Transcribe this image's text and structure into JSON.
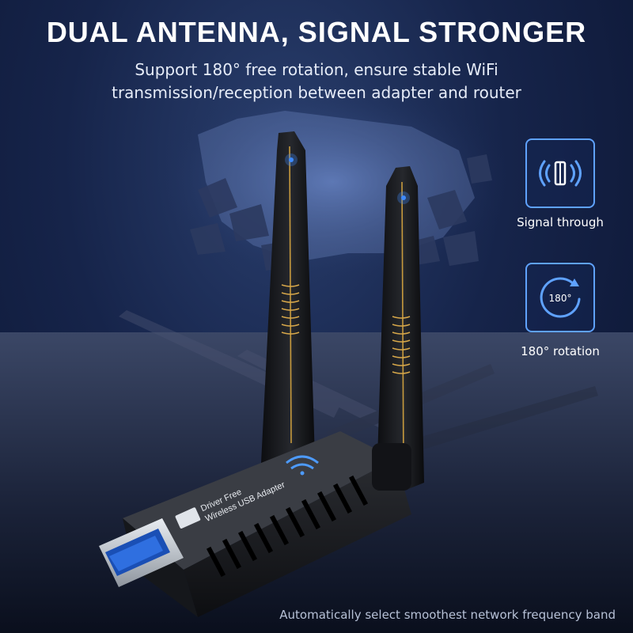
{
  "header": {
    "title": "DUAL ANTENNA, SIGNAL STRONGER",
    "subtitle_line1": "Support 180° free rotation, ensure stable WiFi",
    "subtitle_line2": "transmission/reception between adapter and router"
  },
  "product": {
    "label_line1": "Driver Free",
    "label_line2": "Wireless USB Adapter"
  },
  "features": [
    {
      "icon": "signal-through-icon",
      "label": "Signal through"
    },
    {
      "icon": "rotation-180-icon",
      "label": "180° rotation",
      "icon_text": "180°"
    }
  ],
  "footer": {
    "text": "Automatically select smoothest network frequency band"
  },
  "colors": {
    "accent": "#5fa2ff",
    "background": "#16244a"
  }
}
